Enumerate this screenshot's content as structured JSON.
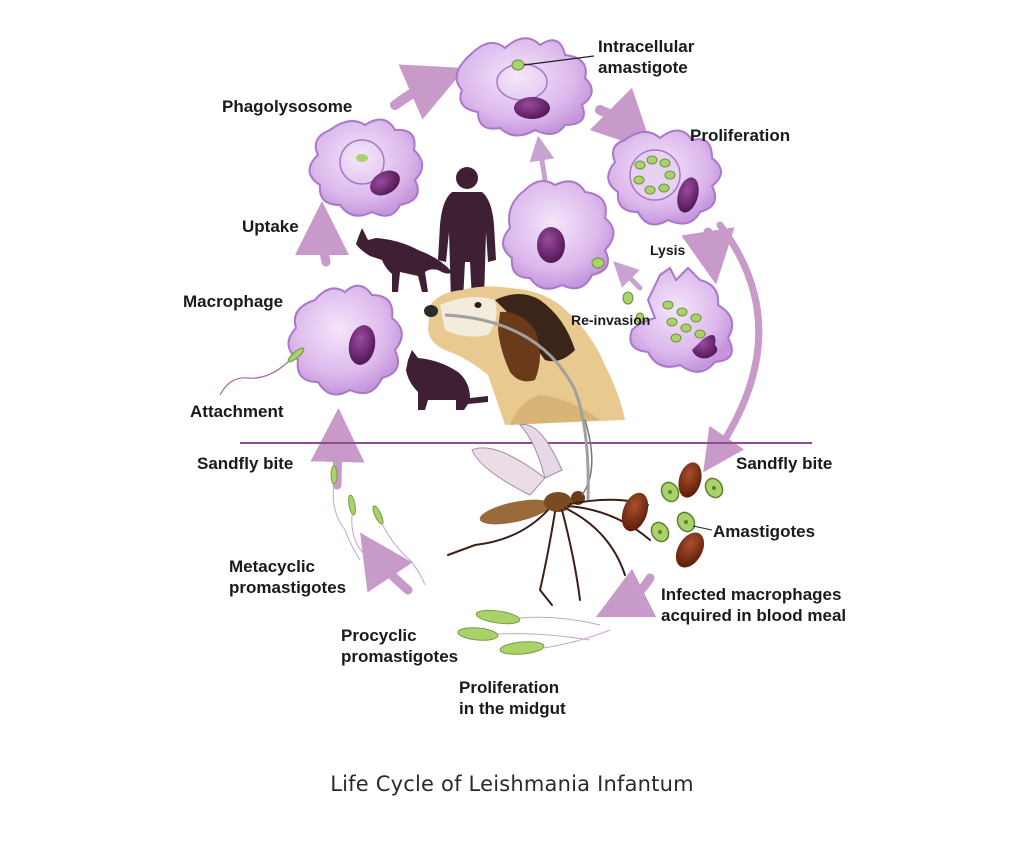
{
  "labels": {
    "intracellular_amastigote": "Intracellular\namastigote",
    "phagolysosome": "Phagolysosome",
    "proliferation": "Proliferation",
    "uptake": "Uptake",
    "lysis": "Lysis",
    "macrophage": "Macrophage",
    "re_invasion": "Re-invasion",
    "attachment": "Attachment",
    "sandfly_bite_left": "Sandfly bite",
    "sandfly_bite_right": "Sandfly bite",
    "amastigotes": "Amastigotes",
    "metacyclic_promastigotes": "Metacyclic\npromastigotes",
    "infected_macrophages": "Infected macrophages\nacquired in blood meal",
    "procyclic_promastigotes": "Procyclic\npromastigotes",
    "proliferation_midgut": "Proliferation\nin the midgut"
  },
  "caption": "Life Cycle of Leishmania Infantum",
  "colors": {
    "cell_fill": "#d9b3ea",
    "cell_stroke": "#a978c9",
    "nucleus": "#6a2a6e",
    "parasite": "#a9d36a",
    "arrow": "#c79ac9",
    "divider": "#8b4f8f",
    "silhouette": "#3f1f34",
    "rbc": "#7a2a12"
  }
}
